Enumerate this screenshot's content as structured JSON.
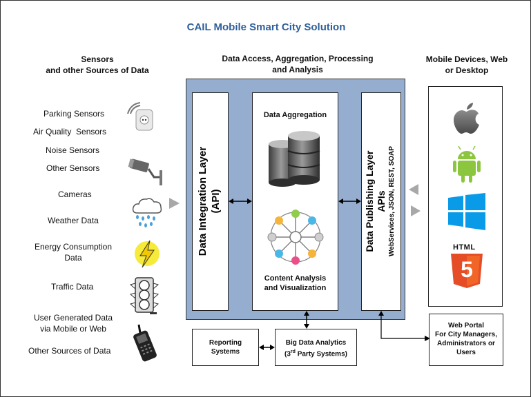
{
  "title": "CAIL Mobile Smart City Solution",
  "colors": {
    "title": "#2f5f9a",
    "panel": "#95adcf",
    "arrow_gray": "#a8a8a8"
  },
  "columns": {
    "sensors": {
      "line1": "Sensors",
      "line2": "and other Sources of Data"
    },
    "processing": {
      "line1": "Data Access, Aggregation, Processing",
      "line2": "and Analysis"
    },
    "devices": {
      "line1": "Mobile Devices, Web",
      "line2": "or Desktop"
    }
  },
  "sources": {
    "parking": "Parking Sensors",
    "air": "Air Quality  Sensors",
    "noise": "Noise Sensors",
    "other": "Other Sensors",
    "cameras": "Cameras",
    "weather": "Weather Data",
    "energy_1": "Energy Consumption",
    "energy_2": "Data",
    "traffic": "Traffic Data",
    "user_1": "User Generated Data",
    "user_2": "via Mobile or Web",
    "other_sources": "Other Sources of Data"
  },
  "layers": {
    "integration_1": "Data Integration Layer",
    "integration_2": "(API)",
    "aggregation": "Data Aggregation",
    "content_1": "Content Analysis",
    "content_2": "and Visualization",
    "publishing_1": "Data Publishing Layer",
    "publishing_2": "APIs",
    "publishing_3": "WebServices, JSON, REST, SOAP"
  },
  "bottom": {
    "reporting_1": "Reporting",
    "reporting_2": "Systems",
    "bigdata_1": "Big Data Analytics",
    "bigdata_2": "(3",
    "bigdata_sup": "rd",
    "bigdata_3": " Party Systems)",
    "portal_1": "Web Portal",
    "portal_2": "For City Managers,",
    "portal_3": "Administrators or",
    "portal_4": "Users"
  },
  "icons": {
    "html5_label": "HTML",
    "html5_digit": "5",
    "list": [
      "parking-sensor-icon",
      "camera-icon",
      "cloud-rain-icon",
      "lightning-icon",
      "traffic-light-icon",
      "mobile-phone-icon",
      "database-icon",
      "network-graph-icon",
      "apple-icon",
      "android-icon",
      "windows-icon",
      "html5-icon"
    ]
  }
}
